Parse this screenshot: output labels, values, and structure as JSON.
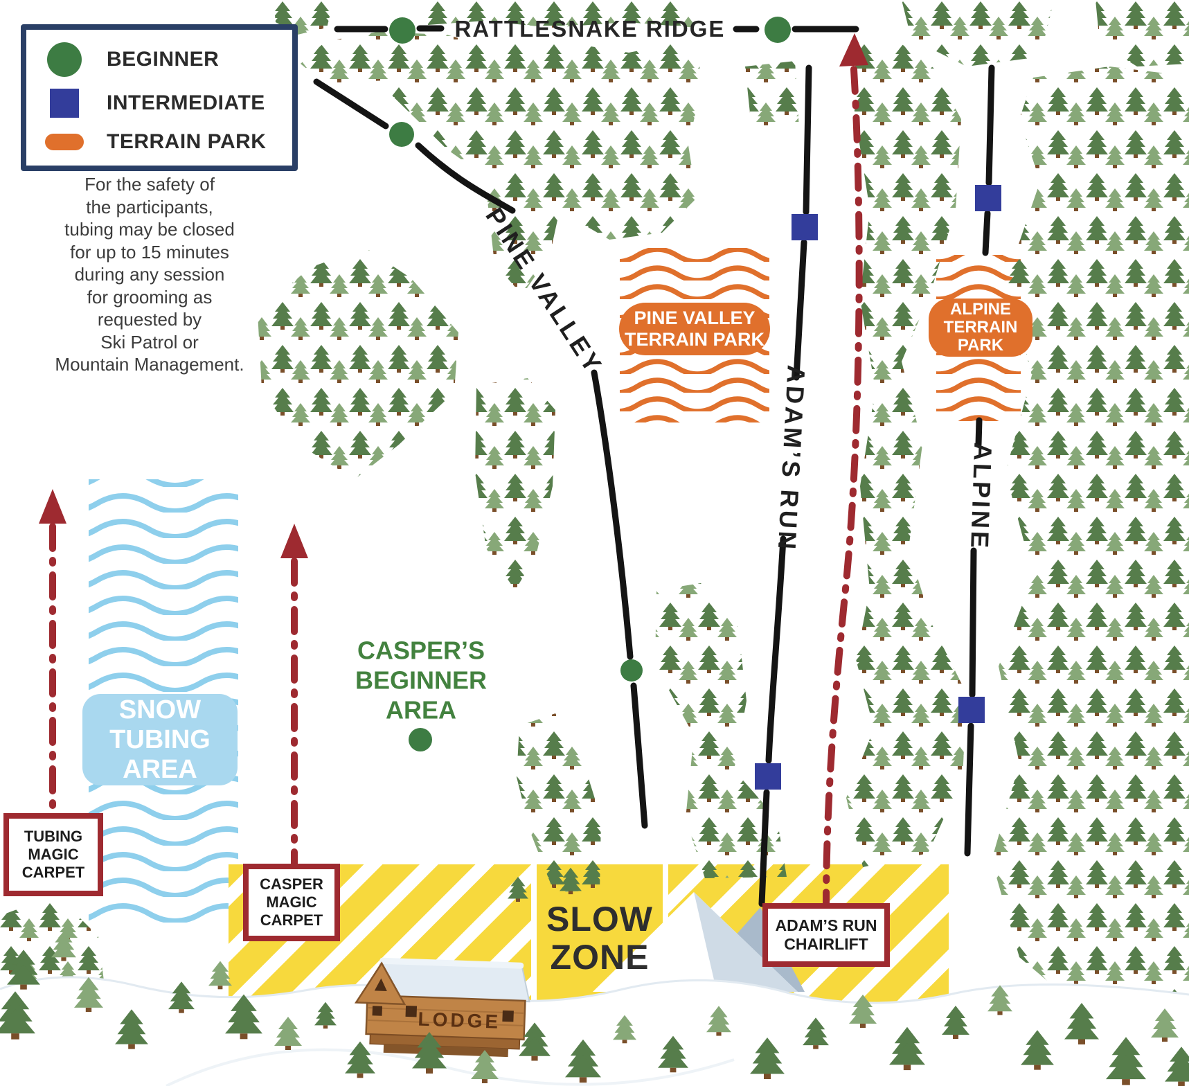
{
  "legend": {
    "items": [
      {
        "type": "circle",
        "label": "BEGINNER"
      },
      {
        "type": "square",
        "label": "INTERMEDIATE"
      },
      {
        "type": "pill",
        "label": "TERRAIN PARK"
      }
    ]
  },
  "notice": "For the safety of\nthe participants,\ntubing may be closed\nfor up to 15 minutes\nduring any session\nfor grooming as\nrequested by\nSki Patrol or\nMountain Management.",
  "labels": {
    "ridge": "RATTLESNAKE RIDGE",
    "pine_valley": "PINE VALLEY",
    "adams_run": "ADAM’S RUN",
    "alpine": "ALPINE",
    "caspers_area": "CASPER’S\nBEGINNER\nAREA",
    "slow_zone": "SLOW\nZONE",
    "pine_valley_terrain_park": "PINE VALLEY\nTERRAIN PARK",
    "alpine_terrain_park": "ALPINE\nTERRAIN\nPARK",
    "snow_tubing_area": "SNOW\nTUBING\nAREA",
    "lodge": "LODGE"
  },
  "signs": {
    "tubing_magic_carpet": "TUBING\nMAGIC\nCARPET",
    "casper_magic_carpet": "CASPER\nMAGIC\nCARPET",
    "adams_run_chairlift": "ADAM’S RUN\nCHAIRLIFT"
  },
  "colors": {
    "beginner_green": "#3d7c43",
    "intermediate_blue": "#333d9b",
    "terrain_park_orange": "#e0702c",
    "lift_red": "#9e2a30",
    "slow_zone_yellow": "#f7d93d",
    "tubing_blue": "#8ecfec",
    "legend_border_navy": "#2a3f66"
  }
}
